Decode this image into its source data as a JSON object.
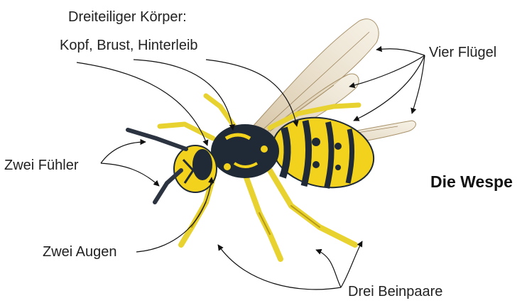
{
  "title": "Die Wespe",
  "labels": {
    "body_line1": "Dreiteiliger Körper:",
    "body_line2": "Kopf, Brust, Hinterleib",
    "wings": "Vier Flügel",
    "antennae": "Zwei Fühler",
    "eyes": "Zwei Augen",
    "legs": "Drei Beinpaare"
  },
  "colors": {
    "yellow": "#f2d21c",
    "black": "#1f2a36",
    "wing": "#d9c9a6",
    "leg": "#e8d230",
    "line": "#111111"
  }
}
